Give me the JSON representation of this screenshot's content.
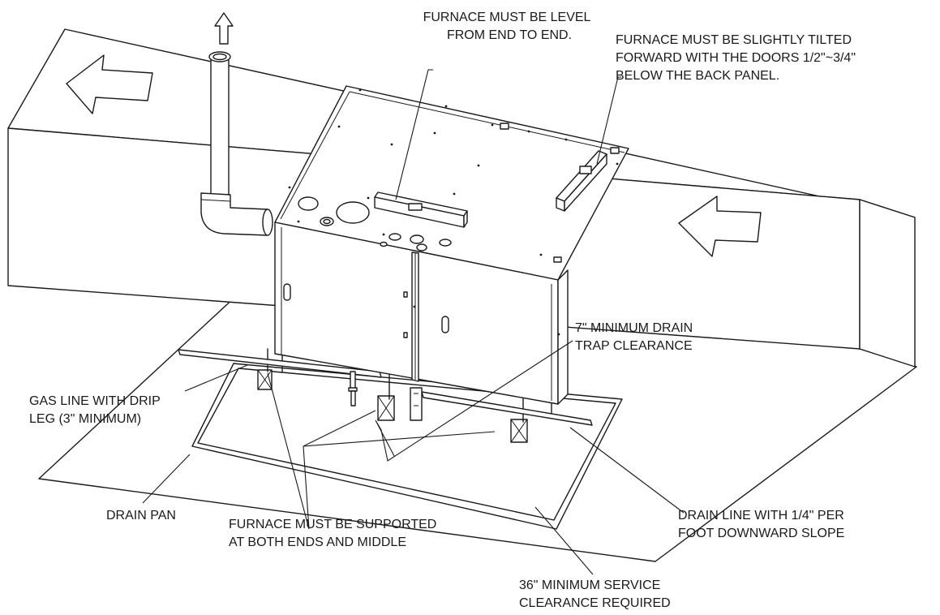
{
  "labels": {
    "level": [
      "FURNACE MUST BE LEVEL",
      "FROM END TO END."
    ],
    "tilt": [
      "FURNACE MUST BE SLIGHTLY TILTED",
      "FORWARD WITH THE DOORS 1/2\"~3/4\"",
      "BELOW THE BACK PANEL."
    ],
    "drain_trap": [
      "7\" MINIMUM DRAIN",
      "TRAP CLEARANCE"
    ],
    "gas_line": [
      "GAS LINE WITH DRIP",
      "LEG (3\" MINIMUM)"
    ],
    "drain_pan": [
      "DRAIN PAN"
    ],
    "support": [
      "FURNACE MUST BE SUPPORTED",
      "AT BOTH ENDS AND MIDDLE"
    ],
    "drain_line": [
      "DRAIN LINE WITH 1/4\" PER",
      "FOOT DOWNWARD SLOPE"
    ],
    "service": [
      "36\" MINIMUM SERVICE",
      "CLEARANCE REQUIRED"
    ]
  }
}
